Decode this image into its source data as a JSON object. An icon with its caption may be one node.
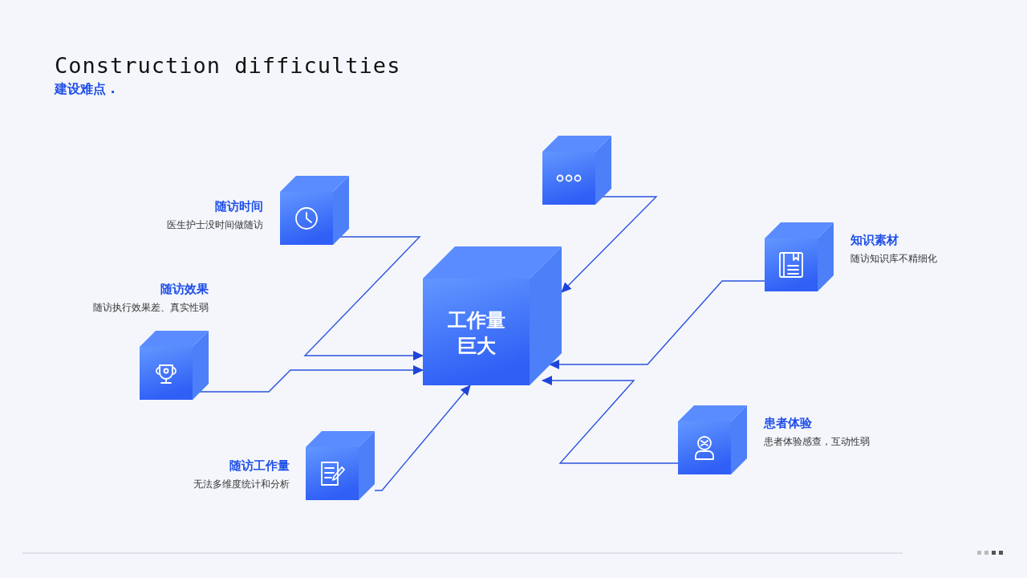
{
  "diagram": {
    "title": "Construction difficulties",
    "caption": "建设难点 .",
    "nodes": [
      {
        "text": [
          "工作量巨大"
        ]
      },
      {
        "text": [
          "随访时间",
          "医生护士没时间做随访"
        ]
      },
      {
        "text": [
          "随访效果",
          "随访执行效果差、真实性弱"
        ]
      },
      {
        "text": [
          "随访工作量",
          "无法多维度统计和分析"
        ]
      },
      {
        "text": [],
        "shape": "box"
      },
      {
        "text": [
          "知识素材",
          "随访知识库不精细化"
        ]
      },
      {
        "text": [
          "患者体验",
          "患者体验感查，互动性弱"
        ]
      }
    ],
    "edges": [
      {
        "from": 1,
        "to": 0,
        "arrow": "to"
      },
      {
        "from": 2,
        "to": 0,
        "arrow": "to"
      },
      {
        "from": 3,
        "to": 0,
        "arrow": "to"
      },
      {
        "from": 4,
        "to": 0,
        "arrow": "to"
      },
      {
        "from": 5,
        "to": 0,
        "arrow": "to"
      },
      {
        "from": 6,
        "to": 0,
        "arrow": "to"
      }
    ]
  }
}
